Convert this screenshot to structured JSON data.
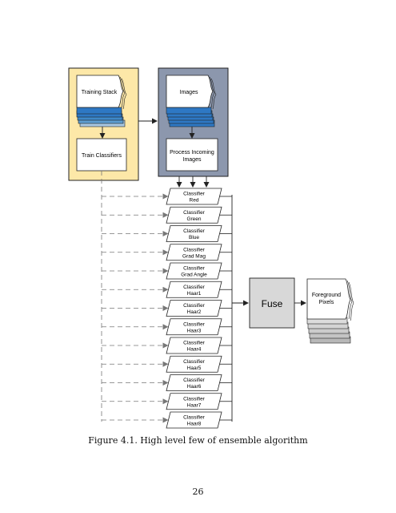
{
  "figure": {
    "training_stack": "Training Stack",
    "train_classifiers": "Train Classifiers",
    "images": "Images",
    "process_line1": "Process Incoming",
    "process_line2": "Images",
    "fuse": "Fuse",
    "foreground_line1": "Foreground",
    "foreground_line2": "Pixels",
    "classifiers": [
      {
        "line1": "Classifier",
        "line2": "Red"
      },
      {
        "line1": "Classifier",
        "line2": "Green"
      },
      {
        "line1": "Classifier",
        "line2": "Blue"
      },
      {
        "line1": "Classifier",
        "line2": "Grad Mag"
      },
      {
        "line1": "Classifier",
        "line2": "Grad Angle"
      },
      {
        "line1": "Classifier",
        "line2": "Haar1"
      },
      {
        "line1": "Classifier",
        "line2": "Haar2"
      },
      {
        "line1": "Classifier",
        "line2": "Haar3"
      },
      {
        "line1": "Classifier",
        "line2": "Haar4"
      },
      {
        "line1": "Classifier",
        "line2": "Haar5"
      },
      {
        "line1": "Classifier",
        "line2": "Haar6"
      },
      {
        "line1": "Classifier",
        "line2": "Haar7"
      },
      {
        "line1": "Classifier",
        "line2": "Haar8"
      }
    ]
  },
  "caption": "Figure 4.1. High level few of ensemble algorithm",
  "page_number": "26",
  "colors": {
    "training_panel": "#fde8a8",
    "image_panel": "#8c97ad",
    "stack_blue": "#2e78c4",
    "stack_light": "#a8c8e2"
  }
}
